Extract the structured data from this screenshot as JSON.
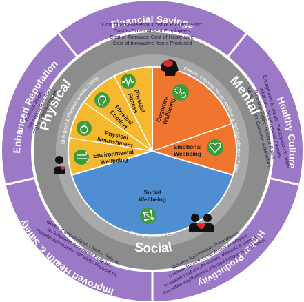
{
  "colors": {
    "outer_ring": "#9b79c7",
    "outer_divider": "#ffffff",
    "grey_ring": "#8c8c8c",
    "physical": "#f5b82e",
    "mental": "#f0762f",
    "social": "#4f8fd1",
    "icon_circle": "#3d9a3d"
  },
  "outer": {
    "financial_savings": {
      "title": "Financial Savings",
      "lines": [
        "Cost of absenteeism; Cost of Presenteeism;",
        "Cost to Cover Absent Employees;",
        "Cost of Turnover; Cost of Healthcare;",
        "Cost of Innovative Items Produced"
      ]
    },
    "healthy_culture": {
      "title": "Healthy Culture",
      "lines": [
        "Engagement & Morale; Participation in Major",
        "Initiatives; Organizational Pursuits;",
        "Retention Rates; Turnover Rates;",
        "Job Satisfaction; Customer Satisfaction"
      ]
    },
    "higher_productivity": {
      "title": "Higher Productivity",
      "lines": [
        "Sickness Absenteeism; Presenteeism;",
        "Overtime Hours to Cover Absent Employees;",
        "Innovative Products, Processes, Materials & Methods;",
        "Focus/Memory/Retention; Physical Fatigue; Mental Stress"
      ]
    },
    "improved_health": {
      "title": "Improved Health & Safety",
      "lines": [
        "Worker Compensation Claims; Visits to",
        "an Employee Assistance Program;",
        "Hospital Admissions; ER visits; Physical Fit"
      ]
    },
    "enhanced_reputation": {
      "title": "Enhanced Reputation",
      "lines": [
        "External Image;",
        "Job Applications from",
        "Highly Talented People"
      ]
    }
  },
  "ring": {
    "physical": {
      "title": "Physical",
      "needs": "Biological & Physical Needs; Safety"
    },
    "mental": {
      "title": "Mental",
      "needs": "Security; Esteem; Cognitive Needs; Aesthetics; Self-actualization; Transcendence"
    },
    "social": {
      "title": "Social",
      "needs": "Belongingness & Love"
    }
  },
  "wellbeing": {
    "physical_fitness": "Physical Fitness",
    "physical_comfort": "Physical Comfort",
    "physical_nourishment": "Physical Nourishment",
    "environmental_wellbeing": "Environmental Wellbeing",
    "cognitive_wellbeing": "Cognitive Wellbeing",
    "emotional_wellbeing": "Emotional Wellbeing",
    "social_wellbeing": "Social Wellbeing"
  },
  "icons": {
    "fitness": "heartbeat-icon",
    "comfort": "ear-icon",
    "nourishment": "apple-icon",
    "environment": "wind-icon",
    "cognitive": "gears-icon",
    "emotional": "heart-icon",
    "social": "network-icon",
    "physical_person": "person-heart-icon",
    "mental_person": "head-brain-icon",
    "social_people": "people-heart-icon"
  }
}
